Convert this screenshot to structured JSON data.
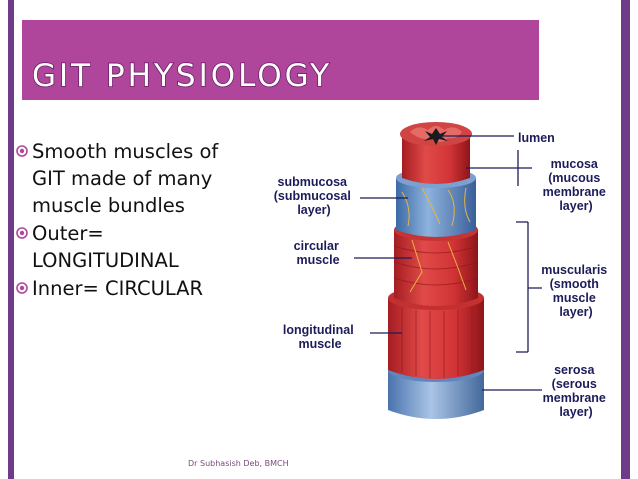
{
  "slide": {
    "title": "GIT PHYSIOLOGY",
    "bullets": [
      {
        "text": "Smooth muscles of GIT made of many muscle bundles"
      },
      {
        "text": "Outer= LONGITUDINAL"
      },
      {
        "text": "Inner= CIRCULAR"
      }
    ],
    "footer": "Dr Subhasish Deb, BMCH"
  },
  "diagram": {
    "labels": {
      "lumen": "lumen",
      "mucosa": [
        "mucosa",
        "(mucous",
        "membrane",
        "layer)"
      ],
      "submucosa": [
        "submucosa",
        "(submucosal",
        "layer)"
      ],
      "circular": [
        "circular",
        "muscle"
      ],
      "muscularis": [
        "muscularis",
        "(smooth",
        "muscle",
        "layer)"
      ],
      "longitudinal": [
        "longitudinal",
        "muscle"
      ],
      "serosa": [
        "serosa",
        "(serous",
        "membrane",
        "layer)"
      ]
    }
  },
  "colors": {
    "title_band": "#b0469c",
    "side_bars": "#6f3a87",
    "title_text": "#ffffff",
    "muscle_red": "#d63a3a",
    "submucosa_blue": "#6a93c8",
    "label_color": "#1c1c5a"
  }
}
